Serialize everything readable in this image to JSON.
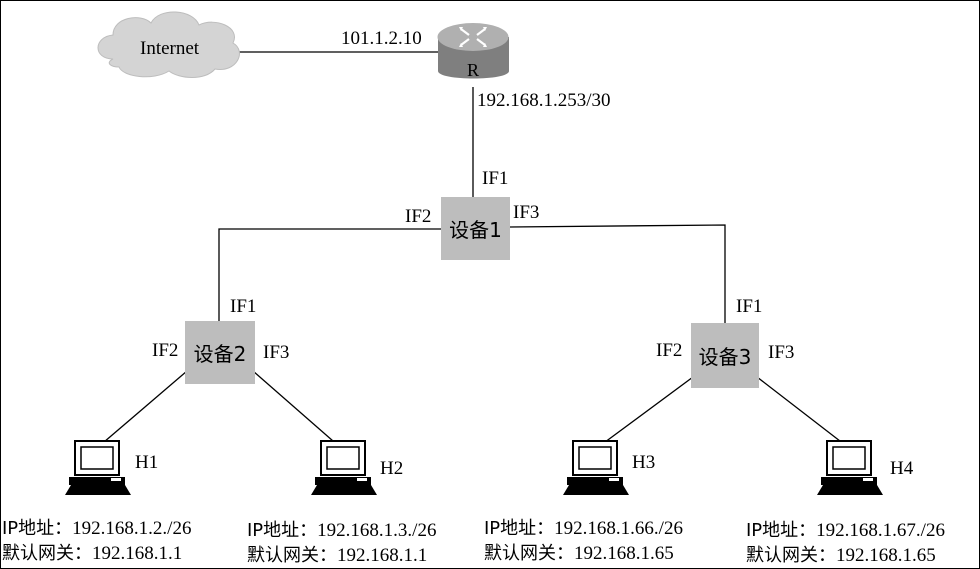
{
  "internet": {
    "label": "Internet"
  },
  "router": {
    "label": "R",
    "wan_ip": "101.1.2.10",
    "lan_ip": "192.168.1.253/30"
  },
  "device1": {
    "label": "设备1",
    "if1": "IF1",
    "if2": "IF2",
    "if3": "IF3"
  },
  "device2": {
    "label": "设备2",
    "if1": "IF1",
    "if2": "IF2",
    "if3": "IF3"
  },
  "device3": {
    "label": "设备3",
    "if1": "IF1",
    "if2": "IF2",
    "if3": "IF3"
  },
  "hosts": [
    {
      "name": "H1",
      "ip_key": "IP地址：",
      "ip": "192.168.1.2./26",
      "gw_key": "默认网关：",
      "gw": "192.168.1.1"
    },
    {
      "name": "H2",
      "ip_key": "IP地址：",
      "ip": "192.168.1.3./26",
      "gw_key": "默认网关：",
      "gw": "192.168.1.1"
    },
    {
      "name": "H3",
      "ip_key": "IP地址：",
      "ip": "192.168.1.66./26",
      "gw_key": "默认网关：",
      "gw": "192.168.1.65"
    },
    {
      "name": "H4",
      "ip_key": "IP地址：",
      "ip": "192.168.1.67./26",
      "gw_key": "默认网关：",
      "gw": "192.168.1.65"
    }
  ],
  "colors": {
    "device_fill": "#bdbdbd",
    "cloud_fill": "#d4d4d4",
    "router_fill": "#8c8c8c"
  }
}
